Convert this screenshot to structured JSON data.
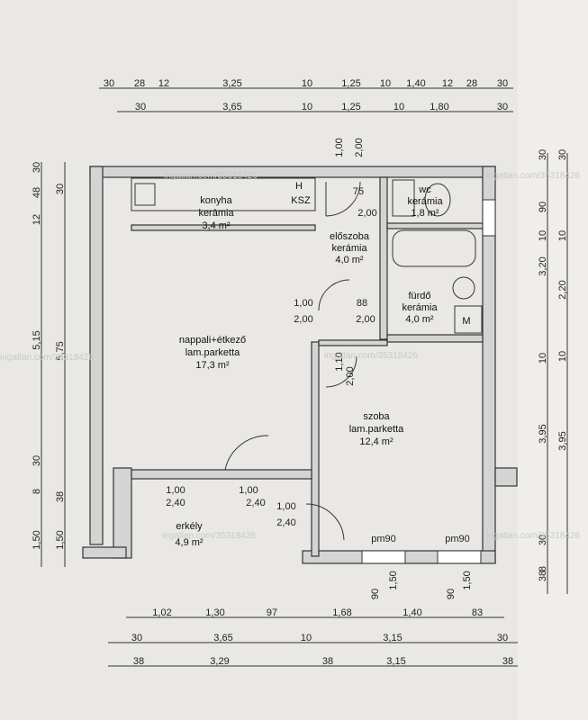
{
  "rooms": {
    "konyha": {
      "name": "konyha",
      "floor": "kerámia",
      "area": "3,4 m²",
      "extra1": "H",
      "extra2": "KSZ"
    },
    "eloszoba": {
      "name": "előszoba",
      "floor": "kerámia",
      "area": "4,0 m²"
    },
    "wc": {
      "name": "wc",
      "floor": "kerámia",
      "area": "1,8 m²"
    },
    "furdo": {
      "name": "fürdő",
      "floor": "kerámia",
      "area": "4,0 m²",
      "extra": "M"
    },
    "nappali": {
      "name": "nappali+étkező",
      "floor": "lam.parketta",
      "area": "17,3 m²"
    },
    "szoba": {
      "name": "szoba",
      "floor": "lam.parketta",
      "area": "12,4 m²"
    },
    "erkely": {
      "name": "erkély",
      "area": "4,9 m²"
    }
  },
  "watermark": "ingatlan.com/35318426",
  "dims_top1": [
    "30",
    "28",
    "12",
    "3,25",
    "10",
    "1,25",
    "10",
    "1,40",
    "12",
    "28",
    "30"
  ],
  "dims_top2": [
    "30",
    "3,65",
    "10",
    "1,25",
    "10",
    "1,80",
    "30"
  ],
  "dims_bottom1": [
    "1,02",
    "1,30",
    "97",
    "1,68",
    "1,40",
    "83"
  ],
  "dims_bottom2": [
    "30",
    "3,65",
    "10",
    "3,15",
    "30"
  ],
  "dims_bottom3": [
    "38",
    "3,29",
    "38",
    "3,15",
    "38"
  ],
  "dims_left1": [
    "30",
    "48",
    "12",
    "5,15",
    "30",
    "8",
    "1,50"
  ],
  "dims_left2": [
    "30",
    "5,75",
    "38",
    "1,50"
  ],
  "dims_right1": [
    "30",
    "90",
    "10",
    "3,20",
    "10",
    "3,95",
    "38",
    "8",
    "30"
  ],
  "dims_right2": [
    "30",
    "10",
    "2,20",
    "10",
    "3,95"
  ],
  "doors": {
    "d1": "1,00",
    "d1b": "2,00",
    "d2": "88",
    "d2b": "2,00",
    "d3": "1,00",
    "d3b": "2,00",
    "d4": "75",
    "d4b": "2,00",
    "d5": "1,10",
    "d5b": "2,00",
    "d6": "1,00",
    "d6b": "2,40",
    "d7": "1,00",
    "d7b": "2,40",
    "d8": "1,00",
    "d8b": "2,40",
    "pm1": "pm90",
    "pm2": "pm90",
    "sill1": "90",
    "sill1b": "1,50",
    "sill2": "90",
    "sill2b": "1,50"
  }
}
